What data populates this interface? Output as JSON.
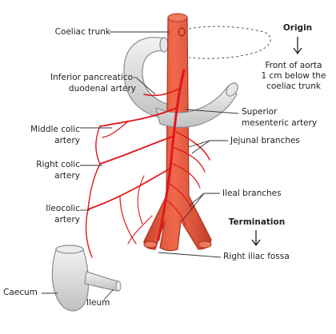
{
  "colors": {
    "aorta": "#e8553a",
    "aorta_dark": "#b83a24",
    "sma": "#e0161b",
    "duodenum": "#d9dadb",
    "duodenum_dark": "#8a8c8f",
    "leader": "#333333"
  },
  "labels": {
    "coeliac_trunk": "Coeliac trunk",
    "origin": "Origin",
    "origin_desc": [
      "Front of aorta",
      "1 cm below the",
      "coeliac trunk"
    ],
    "inferior_panc": [
      "Inferior pancreatico-",
      "duodenal artery"
    ],
    "superior_mes": [
      "Superior",
      "mesenteric artery"
    ],
    "middle_colic": [
      "Middle colic",
      "artery"
    ],
    "jejunal": "Jejunal branches",
    "right_colic": [
      "Right colic",
      "artery"
    ],
    "ileal": "Ileal branches",
    "ileocolic": [
      "Ileocolic",
      "artery"
    ],
    "termination": "Termination",
    "right_iliac": "Right iliac fossa",
    "caecum": "Caecum",
    "ileum": "Ileum"
  }
}
